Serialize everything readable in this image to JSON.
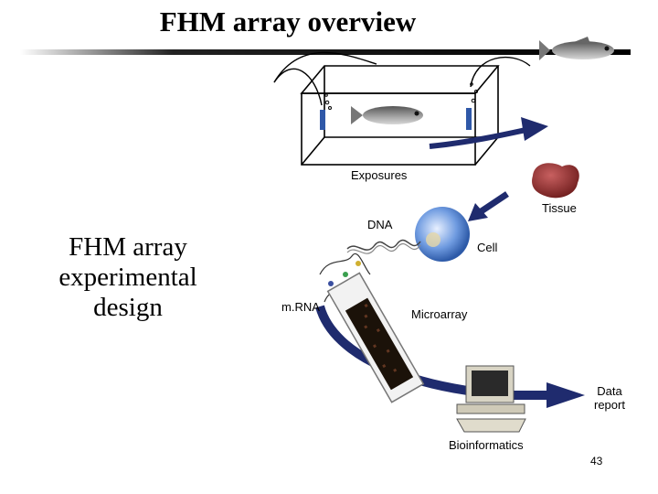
{
  "slide": {
    "title": "FHM array overview",
    "side_text": [
      "FHM array",
      "experimental",
      "design"
    ],
    "page_number": "43"
  },
  "diagram": {
    "labels": {
      "exposures": "Exposures",
      "tissue": "Tissue",
      "dna": "DNA",
      "cell": "Cell",
      "mrna": "m.RNA",
      "microarray": "Microarray",
      "data_report": [
        "Data",
        "report"
      ],
      "bioinformatics": "Bioinformatics"
    },
    "colors": {
      "arrow": "#1f2b6e",
      "title_bar": "#000000",
      "tissue": "#8a2a2a",
      "cell": "#4d7fc4"
    }
  }
}
